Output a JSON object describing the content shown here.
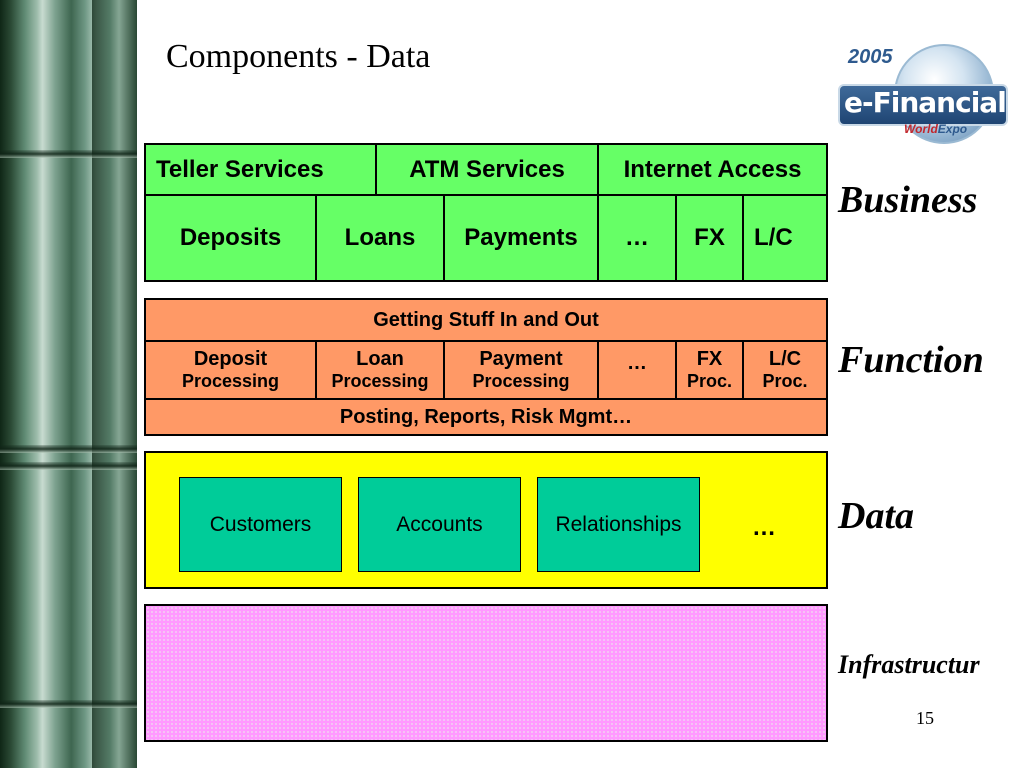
{
  "slide": {
    "title": "Components - Data",
    "page_number": "15"
  },
  "logo": {
    "year": "2005",
    "name": "e-Financial",
    "tag_a": "World",
    "tag_b": "Expo"
  },
  "layers": {
    "business": "Business",
    "function": "Function",
    "data": "Data",
    "infrastructure": "Infrastructur"
  },
  "business": {
    "top_row": [
      "Teller Services",
      "ATM Services",
      "Internet Access"
    ],
    "bottom_row": [
      "Deposits",
      "Loans",
      "Payments",
      "…",
      "FX",
      "L/C"
    ]
  },
  "function": {
    "header": "Getting Stuff In and Out",
    "items": [
      {
        "top": "Deposit",
        "bottom": "Processing"
      },
      {
        "top": "Loan",
        "bottom": "Processing"
      },
      {
        "top": "Payment",
        "bottom": "Processing"
      },
      {
        "top": "…",
        "bottom": ""
      },
      {
        "top": "FX",
        "bottom": "Proc."
      },
      {
        "top": "L/C",
        "bottom": "Proc."
      }
    ],
    "footer": "Posting, Reports, Risk Mgmt…"
  },
  "data": {
    "boxes": [
      "Customers",
      "Accounts",
      "Relationships"
    ],
    "ellipsis": "…"
  },
  "colors": {
    "business": "#66ff66",
    "function": "#ff9966",
    "data": "#ffff00",
    "data_boxes": "#00cc99",
    "infrastructure": "#ff99ff"
  }
}
